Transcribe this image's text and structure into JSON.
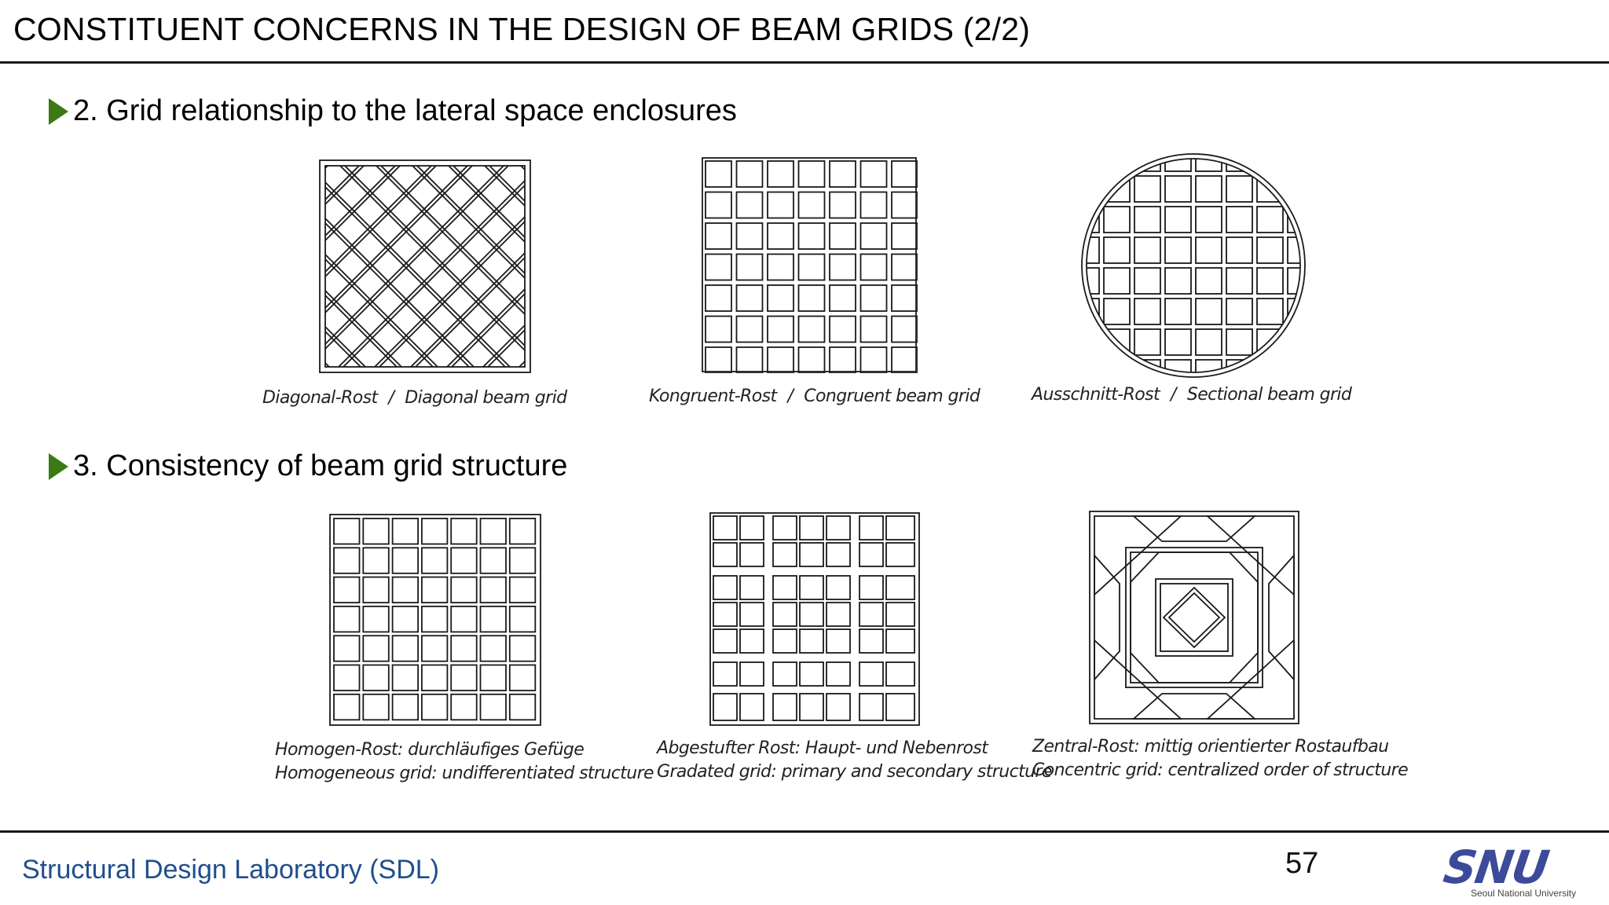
{
  "slide": {
    "title": "CONSTITUENT CONCERNS IN THE DESIGN OF BEAM GRIDS (2/2)",
    "page_number": "57"
  },
  "sections": [
    {
      "heading": "2. Grid relationship to the lateral space enclosures",
      "figures": [
        {
          "icon": "diagonal-grid-drawing",
          "caption_de": "Diagonal-Rost",
          "caption_en": "Diagonal beam grid"
        },
        {
          "icon": "congruent-grid-drawing",
          "caption_de": "Kongruent-Rost",
          "caption_en": "Congruent beam grid"
        },
        {
          "icon": "sectional-grid-drawing",
          "caption_de": "Ausschnitt-Rost",
          "caption_en": "Sectional beam grid"
        }
      ]
    },
    {
      "heading": "3. Consistency of beam grid structure",
      "figures": [
        {
          "icon": "homogeneous-grid-drawing",
          "caption_de": "Homogen-Rost: durchläufiges Gefüge",
          "caption_en": "Homogeneous grid: undifferentiated structure"
        },
        {
          "icon": "gradated-grid-drawing",
          "caption_de": "Abgestufter Rost: Haupt- und Nebenrost",
          "caption_en": "Gradated grid: primary and secondary structure"
        },
        {
          "icon": "concentric-grid-drawing",
          "caption_de": "Zentral-Rost: mittig orientierter Rostaufbau",
          "caption_en": "Concentric grid: centralized order of structure"
        }
      ]
    }
  ],
  "caption_separator": "/",
  "footer": {
    "lab_name": "Structural Design Laboratory (SDL)",
    "logo_text": "SNU",
    "logo_subtext": "Seoul National University"
  },
  "colors": {
    "bullet": "#3a7a14",
    "footer_text": "#1f4e8c",
    "logo": "#3d4a9a"
  }
}
